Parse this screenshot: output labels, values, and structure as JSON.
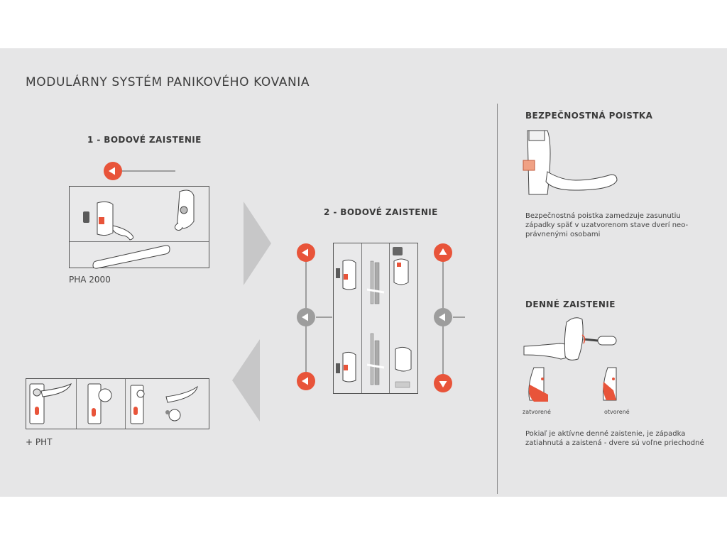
{
  "title": "MODULÁRNY SYSTÉM PANIKOVÉHO KOVANIA",
  "section1": {
    "heading": "1 - BODOVÉ ZAISTENIE",
    "caption": "PHA 2000"
  },
  "section2": {
    "heading": "2 - BODOVÉ ZAISTENIE"
  },
  "section3": {
    "caption": "+ PHT"
  },
  "right": {
    "safety": {
      "heading": "BEZPEČNOSTNÁ POISTKA",
      "text_lines": [
        "Bezpečnostná poistka zamedzuje zasunutiu",
        "západky späť v uzatvorenom stave dverí neo-",
        "právnenými osobami"
      ]
    },
    "day": {
      "heading": "DENNÉ ZAISTENIE",
      "closed_label": "zatvorené",
      "open_label": "otvorené",
      "text_lines": [
        "Pokiaľ je aktívne denné zaistenie, je západka",
        "zatiahnutá a zaistená - dvere sú voľne priechodné"
      ]
    }
  },
  "colors": {
    "accent": "#e8543a",
    "panel": "#e6e6e7",
    "line": "#555555",
    "arrow_gray": "#bdbdbd",
    "node_gray": "#9d9d9d"
  }
}
